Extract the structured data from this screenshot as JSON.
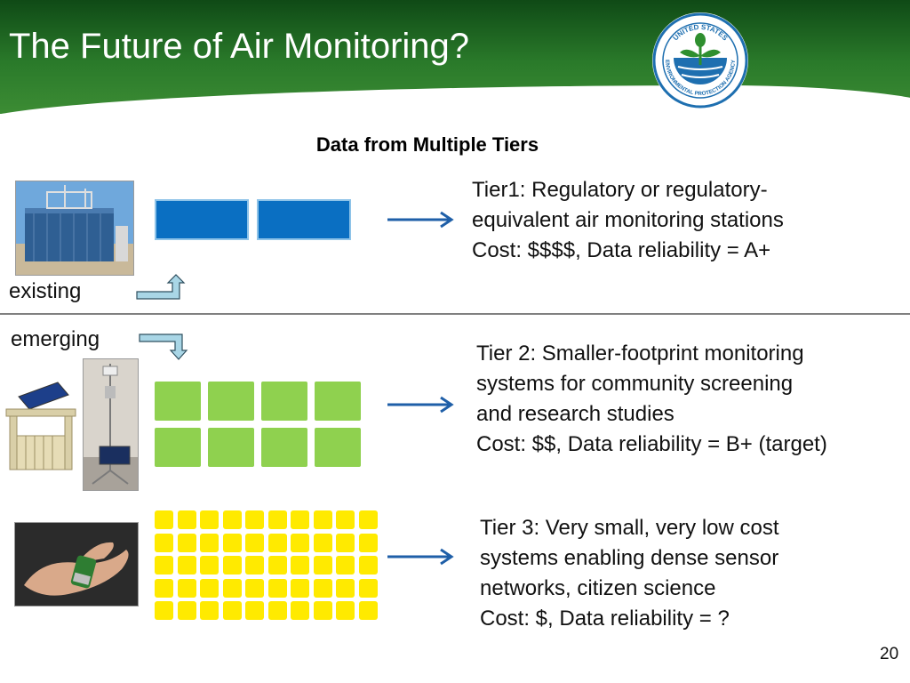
{
  "slide": {
    "title": "The Future of Air Monitoring?",
    "subtitle": "Data from Multiple Tiers",
    "page_number": "20"
  },
  "logo": {
    "name": "epa-seal",
    "text_top": "UNITED STATES",
    "text_bottom": "ENVIRONMENTAL PROTECTION AGENCY"
  },
  "labels": {
    "existing": "existing",
    "emerging": "emerging"
  },
  "tiers": [
    {
      "lines": [
        "Tier1: Regulatory or regulatory-",
        "equivalent air monitoring stations",
        "Cost: $$$$, Data reliability = A+"
      ],
      "block_color": "#0a6fc2",
      "block_count": 2,
      "image": "monitoring-station-photo"
    },
    {
      "lines": [
        "Tier 2: Smaller-footprint monitoring",
        "systems for community screening",
        "and research studies",
        "Cost: $$, Data reliability = B+ (target)"
      ],
      "block_color": "#8fd14f",
      "block_count": 8,
      "image": "solar-monitor-photos"
    },
    {
      "lines": [
        "Tier 3: Very small, very low cost",
        "systems enabling dense sensor",
        "networks, citizen science",
        "Cost: $, Data reliability = ?"
      ],
      "block_color": "#ffea00",
      "block_count": 50,
      "image": "handheld-sensor-photo"
    }
  ],
  "colors": {
    "header_green": "#2a7a2a",
    "arrow_blue": "#1f5fa8",
    "bend_arrow_fill": "#a9d6e6"
  }
}
